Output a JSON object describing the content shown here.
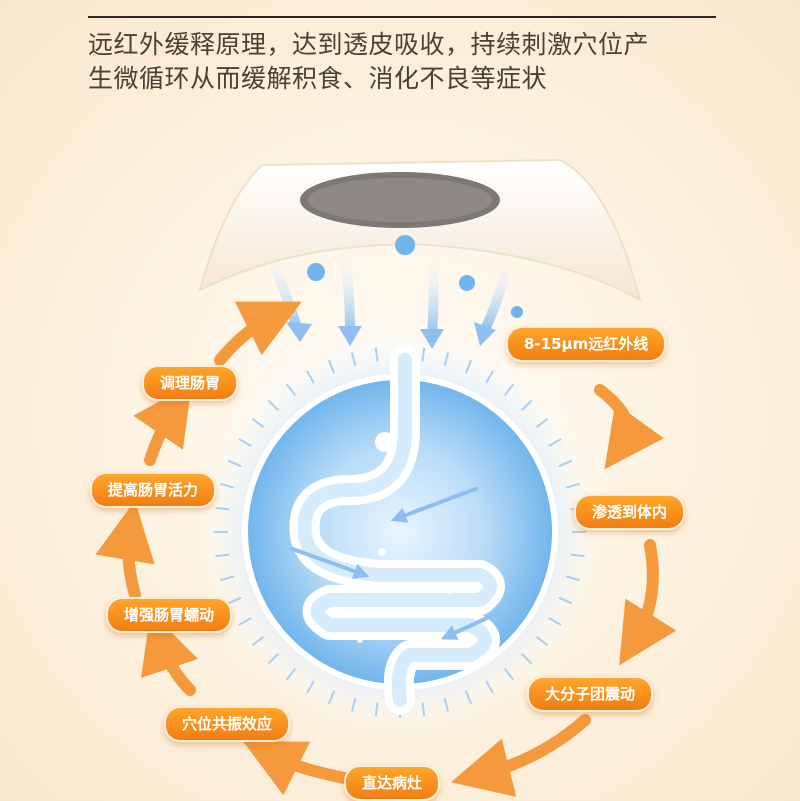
{
  "headline": {
    "line1": "远红外缓释原理，达到透皮吸收，持续刺激穴位产",
    "line2": "生微循环从而缓解积食、消化不良等症状"
  },
  "cycle_steps": {
    "far_infrared": "8-15μm远红外线",
    "penetrate": "渗透到体内",
    "molecule_vibrate": "大分子团震动",
    "reach_lesion": "直达病灶",
    "acupoint_resonance": "穴位共振效应",
    "enhance_peristalsis": "增强肠胃蠕动",
    "improve_activity": "提高肠胃活力",
    "regulate_stomach": "调理肠胃"
  },
  "colors": {
    "accent_orange": "#f17d12",
    "arrow_orange": "#f59a3c",
    "heading_text": "#4b3f36",
    "circle_blue": "#6fb4ec",
    "background": "#fdf3e2"
  },
  "icons": [
    "far-infrared-patch",
    "stomach-intestine-illustration",
    "infrared-ray-arrow",
    "cycle-arrow"
  ]
}
